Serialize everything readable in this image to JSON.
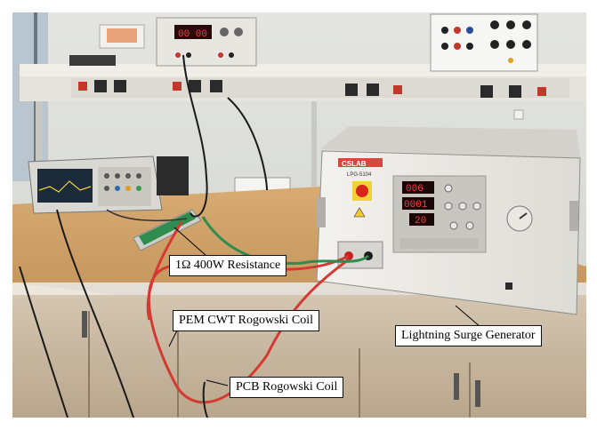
{
  "photo": {
    "subject": "lab bench test setup",
    "colors": {
      "wall": "#d9dbd6",
      "shelf": "#e7e5de",
      "bench": "#c89a62",
      "cabinet": "#c8b8a2",
      "generator_panel": "#ecebe6",
      "red_cable": "#d43a32",
      "green_cable": "#2e8c4e",
      "led_red": "#ff3a3a"
    }
  },
  "device_marks": {
    "generator_brand": "CSLAB",
    "generator_model": "LPG-5104",
    "generator_readouts": [
      "006",
      "0001",
      "20"
    ]
  },
  "callouts": {
    "resistance": "1Ω  400W  Resistance",
    "pem_coil": "PEM CWT  Rogowski Coil",
    "pcb_coil": "PCB Rogowski Coil",
    "generator": "Lightning Surge Generator"
  }
}
